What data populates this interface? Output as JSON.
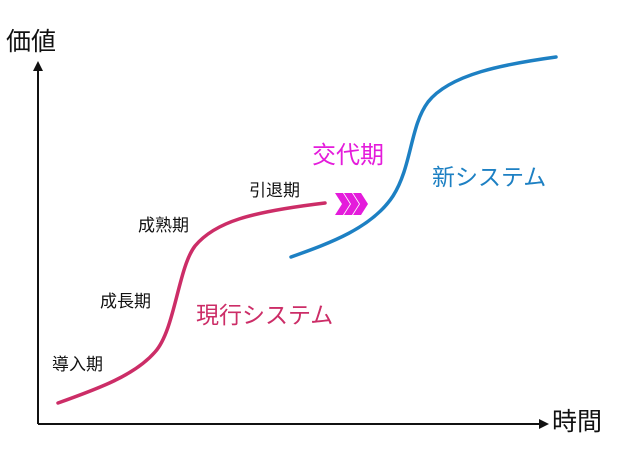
{
  "axes": {
    "y_label": "価値",
    "x_label": "時間"
  },
  "current_system": {
    "label": "現行システム",
    "color": "#cc2d67",
    "phases": [
      "導入期",
      "成長期",
      "成熟期",
      "引退期"
    ]
  },
  "transition": {
    "label": "交代期",
    "color": "#e41cdb",
    "icon": "triple-chevron-right-icon"
  },
  "new_system": {
    "label": "新システム",
    "color": "#1d80c3"
  },
  "axis_color": "#111111"
}
